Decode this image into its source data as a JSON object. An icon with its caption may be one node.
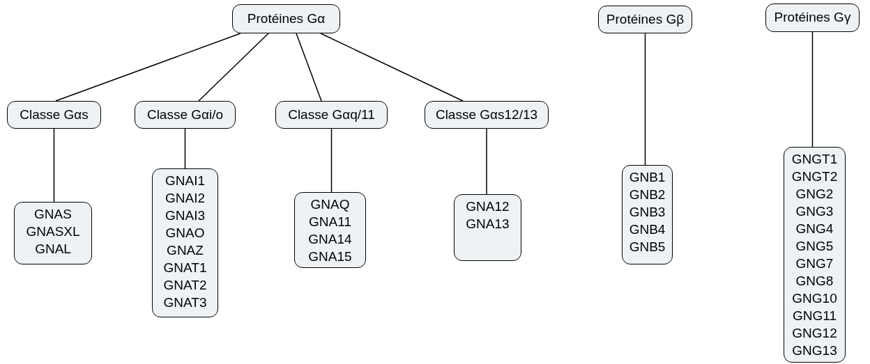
{
  "diagram": {
    "nodes": [
      {
        "text": [
          "Protéines Gα"
        ]
      },
      {
        "text": [
          "Classe Gαs"
        ]
      },
      {
        "text": [
          "Classe Gαi/o"
        ]
      },
      {
        "text": [
          "Classe Gαq/11"
        ]
      },
      {
        "text": [
          "Classe Gαs12/13"
        ]
      },
      {
        "text": [
          "GNAS",
          "GNASXL",
          "GNAL"
        ]
      },
      {
        "text": [
          "GNAI1",
          "GNAI2",
          "GNAI3",
          "GNAO",
          "GNAZ",
          "GNAT1",
          "GNAT2",
          "GNAT3"
        ]
      },
      {
        "text": [
          "GNAQ",
          "GNA11",
          "GNA14",
          "GNA15"
        ]
      },
      {
        "text": [
          "GNA12",
          "GNA13"
        ]
      },
      {
        "text": [
          "Protéines Gβ"
        ]
      },
      {
        "text": [
          "GNB1",
          "GNB2",
          "GNB3",
          "GNB4",
          "GNB5"
        ]
      },
      {
        "text": [
          "Protéines Gγ"
        ]
      },
      {
        "text": [
          "GNGT1",
          "GNGT2",
          "GNG2",
          "GNG3",
          "GNG4",
          "GNG5",
          "GNG7",
          "GNG8",
          "GNG10",
          "GNG11",
          "GNG12",
          "GNG13"
        ]
      }
    ],
    "edges": [
      {
        "from": 0,
        "to": 1,
        "arrow": "none"
      },
      {
        "from": 0,
        "to": 2,
        "arrow": "none"
      },
      {
        "from": 0,
        "to": 3,
        "arrow": "none"
      },
      {
        "from": 0,
        "to": 4,
        "arrow": "none"
      },
      {
        "from": 1,
        "to": 5,
        "arrow": "none"
      },
      {
        "from": 2,
        "to": 6,
        "arrow": "none"
      },
      {
        "from": 3,
        "to": 7,
        "arrow": "none"
      },
      {
        "from": 4,
        "to": 8,
        "arrow": "none"
      },
      {
        "from": 9,
        "to": 10,
        "arrow": "none"
      },
      {
        "from": 11,
        "to": 12,
        "arrow": "none"
      }
    ]
  }
}
